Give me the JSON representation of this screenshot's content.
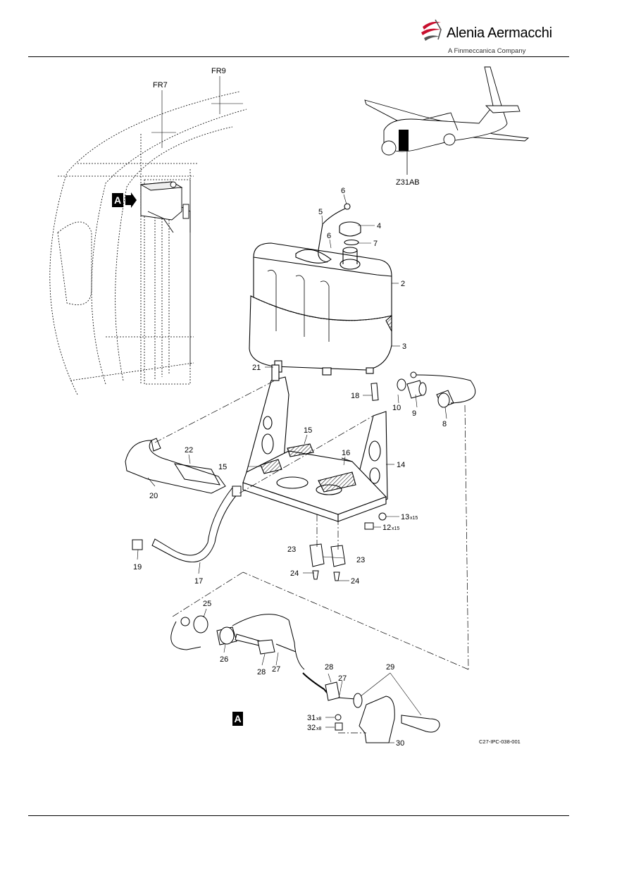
{
  "header": {
    "brand_name": "Alenia Aermacchi",
    "brand_sub": "A Finmeccanica Company",
    "logo_icon": "alenia-swoosh-logo-icon",
    "logo_colors": {
      "swoosh": "#c8102e",
      "dark": "#555555"
    }
  },
  "diagram": {
    "frame_labels": [
      "FR7",
      "FR9"
    ],
    "zone_label": "Z31AB",
    "view_marker": "A",
    "view_title": "A",
    "figure_code": "C27-IPC-038-001",
    "callouts": {
      "c2": "2",
      "c3": "3",
      "c4": "4",
      "c5": "5",
      "c6a": "6",
      "c6b": "6",
      "c7": "7",
      "c8": "8",
      "c9": "9",
      "c10": "10",
      "c12": "12",
      "c12q": "x15",
      "c13": "13",
      "c13q": "x15",
      "c14": "14",
      "c15a": "15",
      "c15b": "15",
      "c16": "16",
      "c17": "17",
      "c18": "18",
      "c19": "19",
      "c20": "20",
      "c21": "21",
      "c22": "22",
      "c23a": "23",
      "c23b": "23",
      "c24a": "24",
      "c24b": "24",
      "c25": "25",
      "c26": "26",
      "c27a": "27",
      "c27b": "27",
      "c28a": "28",
      "c28b": "28",
      "c29": "29",
      "c30": "30",
      "c31": "31",
      "c31q": "x8",
      "c32": "32",
      "c32q": "x8"
    }
  }
}
